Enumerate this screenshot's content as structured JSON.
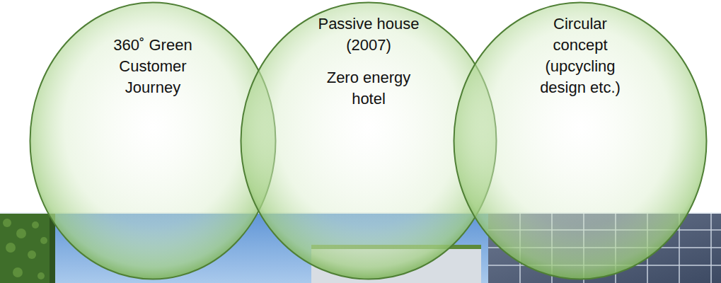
{
  "diagram": {
    "nodes": [
      {
        "text": [
          "360˚ Green Customer Journey"
        ]
      },
      {
        "text": [
          "Passive house (2007)",
          "Zero energy hotel"
        ]
      },
      {
        "text": [
          "Circular concept (upcycling design etc.)"
        ]
      }
    ]
  }
}
